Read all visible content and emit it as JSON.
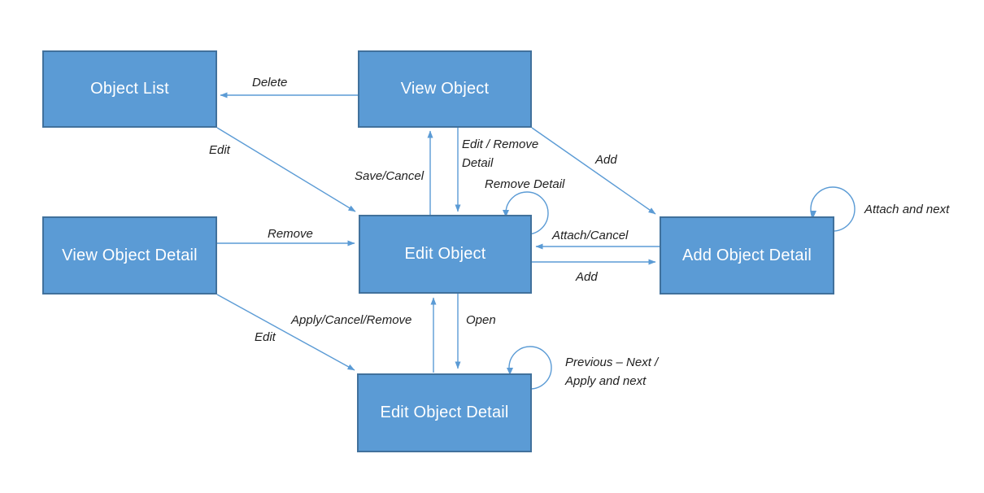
{
  "colors": {
    "node_fill": "#5b9bd5",
    "node_border": "#41719c",
    "connector": "#5b9bd5",
    "label_text": "#1f1f1f",
    "node_text": "#ffffff",
    "background": "#ffffff"
  },
  "nodes": [
    {
      "id": "object-list",
      "label": "Object List"
    },
    {
      "id": "view-object",
      "label": "View Object"
    },
    {
      "id": "view-object-detail",
      "label": "View Object Detail"
    },
    {
      "id": "edit-object",
      "label": "Edit Object"
    },
    {
      "id": "add-object-detail",
      "label": "Add Object Detail"
    },
    {
      "id": "edit-object-detail",
      "label": "Edit Object Detail"
    }
  ],
  "edges": [
    {
      "from": "view-object",
      "to": "object-list",
      "label": "Delete"
    },
    {
      "from": "object-list",
      "to": "edit-object",
      "label": "Edit"
    },
    {
      "from": "edit-object",
      "to": "view-object",
      "label": "Save/Cancel"
    },
    {
      "from": "view-object",
      "to": "edit-object",
      "label": "Edit / Remove Detail",
      "lines": [
        "Edit / Remove",
        "Detail"
      ]
    },
    {
      "from": "edit-object",
      "to": "edit-object",
      "label": "Remove Detail"
    },
    {
      "from": "view-object",
      "to": "add-object-detail",
      "label": "Add"
    },
    {
      "from": "add-object-detail",
      "to": "edit-object",
      "label": "Attach/Cancel"
    },
    {
      "from": "edit-object",
      "to": "add-object-detail",
      "label": "Add"
    },
    {
      "from": "view-object-detail",
      "to": "edit-object",
      "label": "Remove"
    },
    {
      "from": "view-object-detail",
      "to": "edit-object-detail",
      "label": "Edit"
    },
    {
      "from": "edit-object-detail",
      "to": "edit-object",
      "label": "Apply/Cancel/Remove"
    },
    {
      "from": "edit-object",
      "to": "edit-object-detail",
      "label": "Open"
    },
    {
      "from": "edit-object-detail",
      "to": "edit-object-detail",
      "label": "Previous – Next  / Apply and next",
      "lines": [
        "Previous – Next  /",
        "Apply and next"
      ]
    },
    {
      "from": "add-object-detail",
      "to": "add-object-detail",
      "label": "Attach and next"
    }
  ]
}
